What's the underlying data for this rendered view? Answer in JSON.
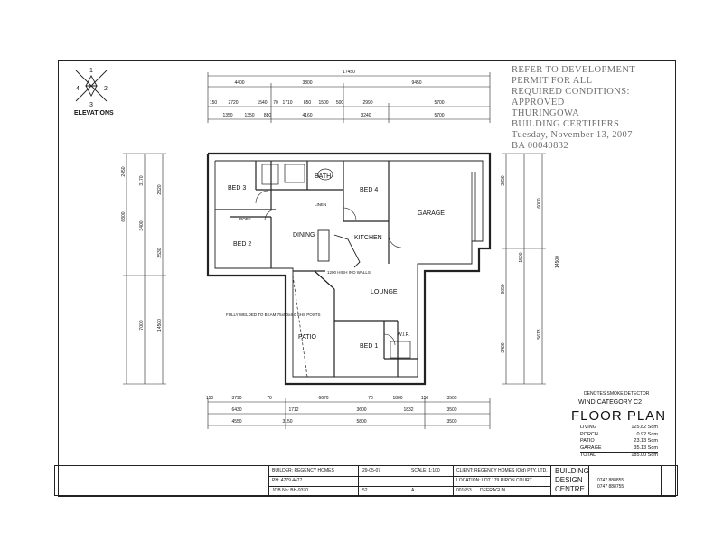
{
  "stamp": {
    "lines": [
      "REFER TO DEVELOPMENT",
      "PERMIT FOR ALL",
      "REQUIRED CONDITIONS:",
      "APPROVED",
      "THURINGOWA",
      "BUILDING CERTIFIERS",
      "Tuesday, November 13, 2007",
      "BA 00040832"
    ]
  },
  "elevations_label": "ELEVATIONS",
  "compass": {
    "n1": "1",
    "n2": "2",
    "n3": "3",
    "n4": "4"
  },
  "dims_top": {
    "overall": "17450",
    "row2": [
      "4400",
      "3800",
      "9450"
    ],
    "row3": [
      "150",
      "2720",
      "1540",
      "70",
      "1710",
      "850",
      "1500",
      "500",
      "2990",
      "5700"
    ],
    "row4": [
      "1350",
      "1350",
      "880",
      "4160",
      "3240",
      "5700"
    ]
  },
  "dims_bottom": {
    "row1": [
      "150",
      "3790",
      "70",
      "6670",
      "70",
      "1800",
      "150",
      "3500"
    ],
    "row2": [
      "6430",
      "1712",
      "3600",
      "1832",
      "3500"
    ],
    "row3": [
      "4550",
      "3150",
      "5800",
      "3500"
    ]
  },
  "dims_left": [
    "2450",
    "3170",
    "6800",
    "3400",
    "2820",
    "2530",
    "7000",
    "14500"
  ],
  "dims_right": [
    "3850",
    "6000",
    "1500",
    "14500",
    "9050",
    "3480",
    "5613"
  ],
  "rooms": {
    "bed3": "BED 3",
    "bed2": "BED 2",
    "bath": "BATH",
    "bed4": "BED 4",
    "garage": "GARAGE",
    "dining": "DINING",
    "kitchen": "KITCHEN",
    "lounge": "LOUNGE",
    "patio": "PATIO",
    "bed1": "BED 1",
    "wir": "W.I.R.",
    "robe": "ROBE",
    "linen": "LINEN"
  },
  "notes": {
    "patio_note": "FULLY WELDED TO BEAM 75x50x4.0 SHS POSTS",
    "smoke": "DENOTES SMOKE DETECTOR",
    "wall": "1200 HIGH IND WALLS"
  },
  "floor_plan": {
    "title": "FLOOR PLAN",
    "wind": "WIND CATEGORY C2",
    "areas": [
      {
        "label": "LIVING",
        "value": "125.82 Sqm"
      },
      {
        "label": "PORCH",
        "value": "0.92 Sqm"
      },
      {
        "label": "PATIO",
        "value": "23.13 Sqm"
      },
      {
        "label": "GARAGE",
        "value": "35.13 Sqm"
      }
    ],
    "total": {
      "label": "TOTAL",
      "value": "185.00 Sqm"
    }
  },
  "title_block": {
    "builder_label": "BUILDER:",
    "builder": "REGENCY HOMES",
    "ph_label": "PH:",
    "ph": "4779 4477",
    "job_label": "JOB No:",
    "job": "BH-9370",
    "date": "29-05-07",
    "scale_label": "SCALE:",
    "scale": "1:100",
    "client_label": "CLIENT:",
    "client": "REGENCY HOMES (Qld) PTY. LTD.",
    "location_label": "LOCATION:",
    "location": "LOT 179 RIPON COURT",
    "suburb": "DEERAGUN",
    "sheet": "52",
    "rev": "A",
    "jobno": "001653",
    "company1": "BUILDING",
    "company2": "DESIGN",
    "company3": "CENTRE",
    "ph2": "0747 888855",
    "fax": "0747 888755"
  },
  "colors": {
    "line": "#222222",
    "stamp": "#6d6d6d",
    "paper": "#ffffff"
  }
}
